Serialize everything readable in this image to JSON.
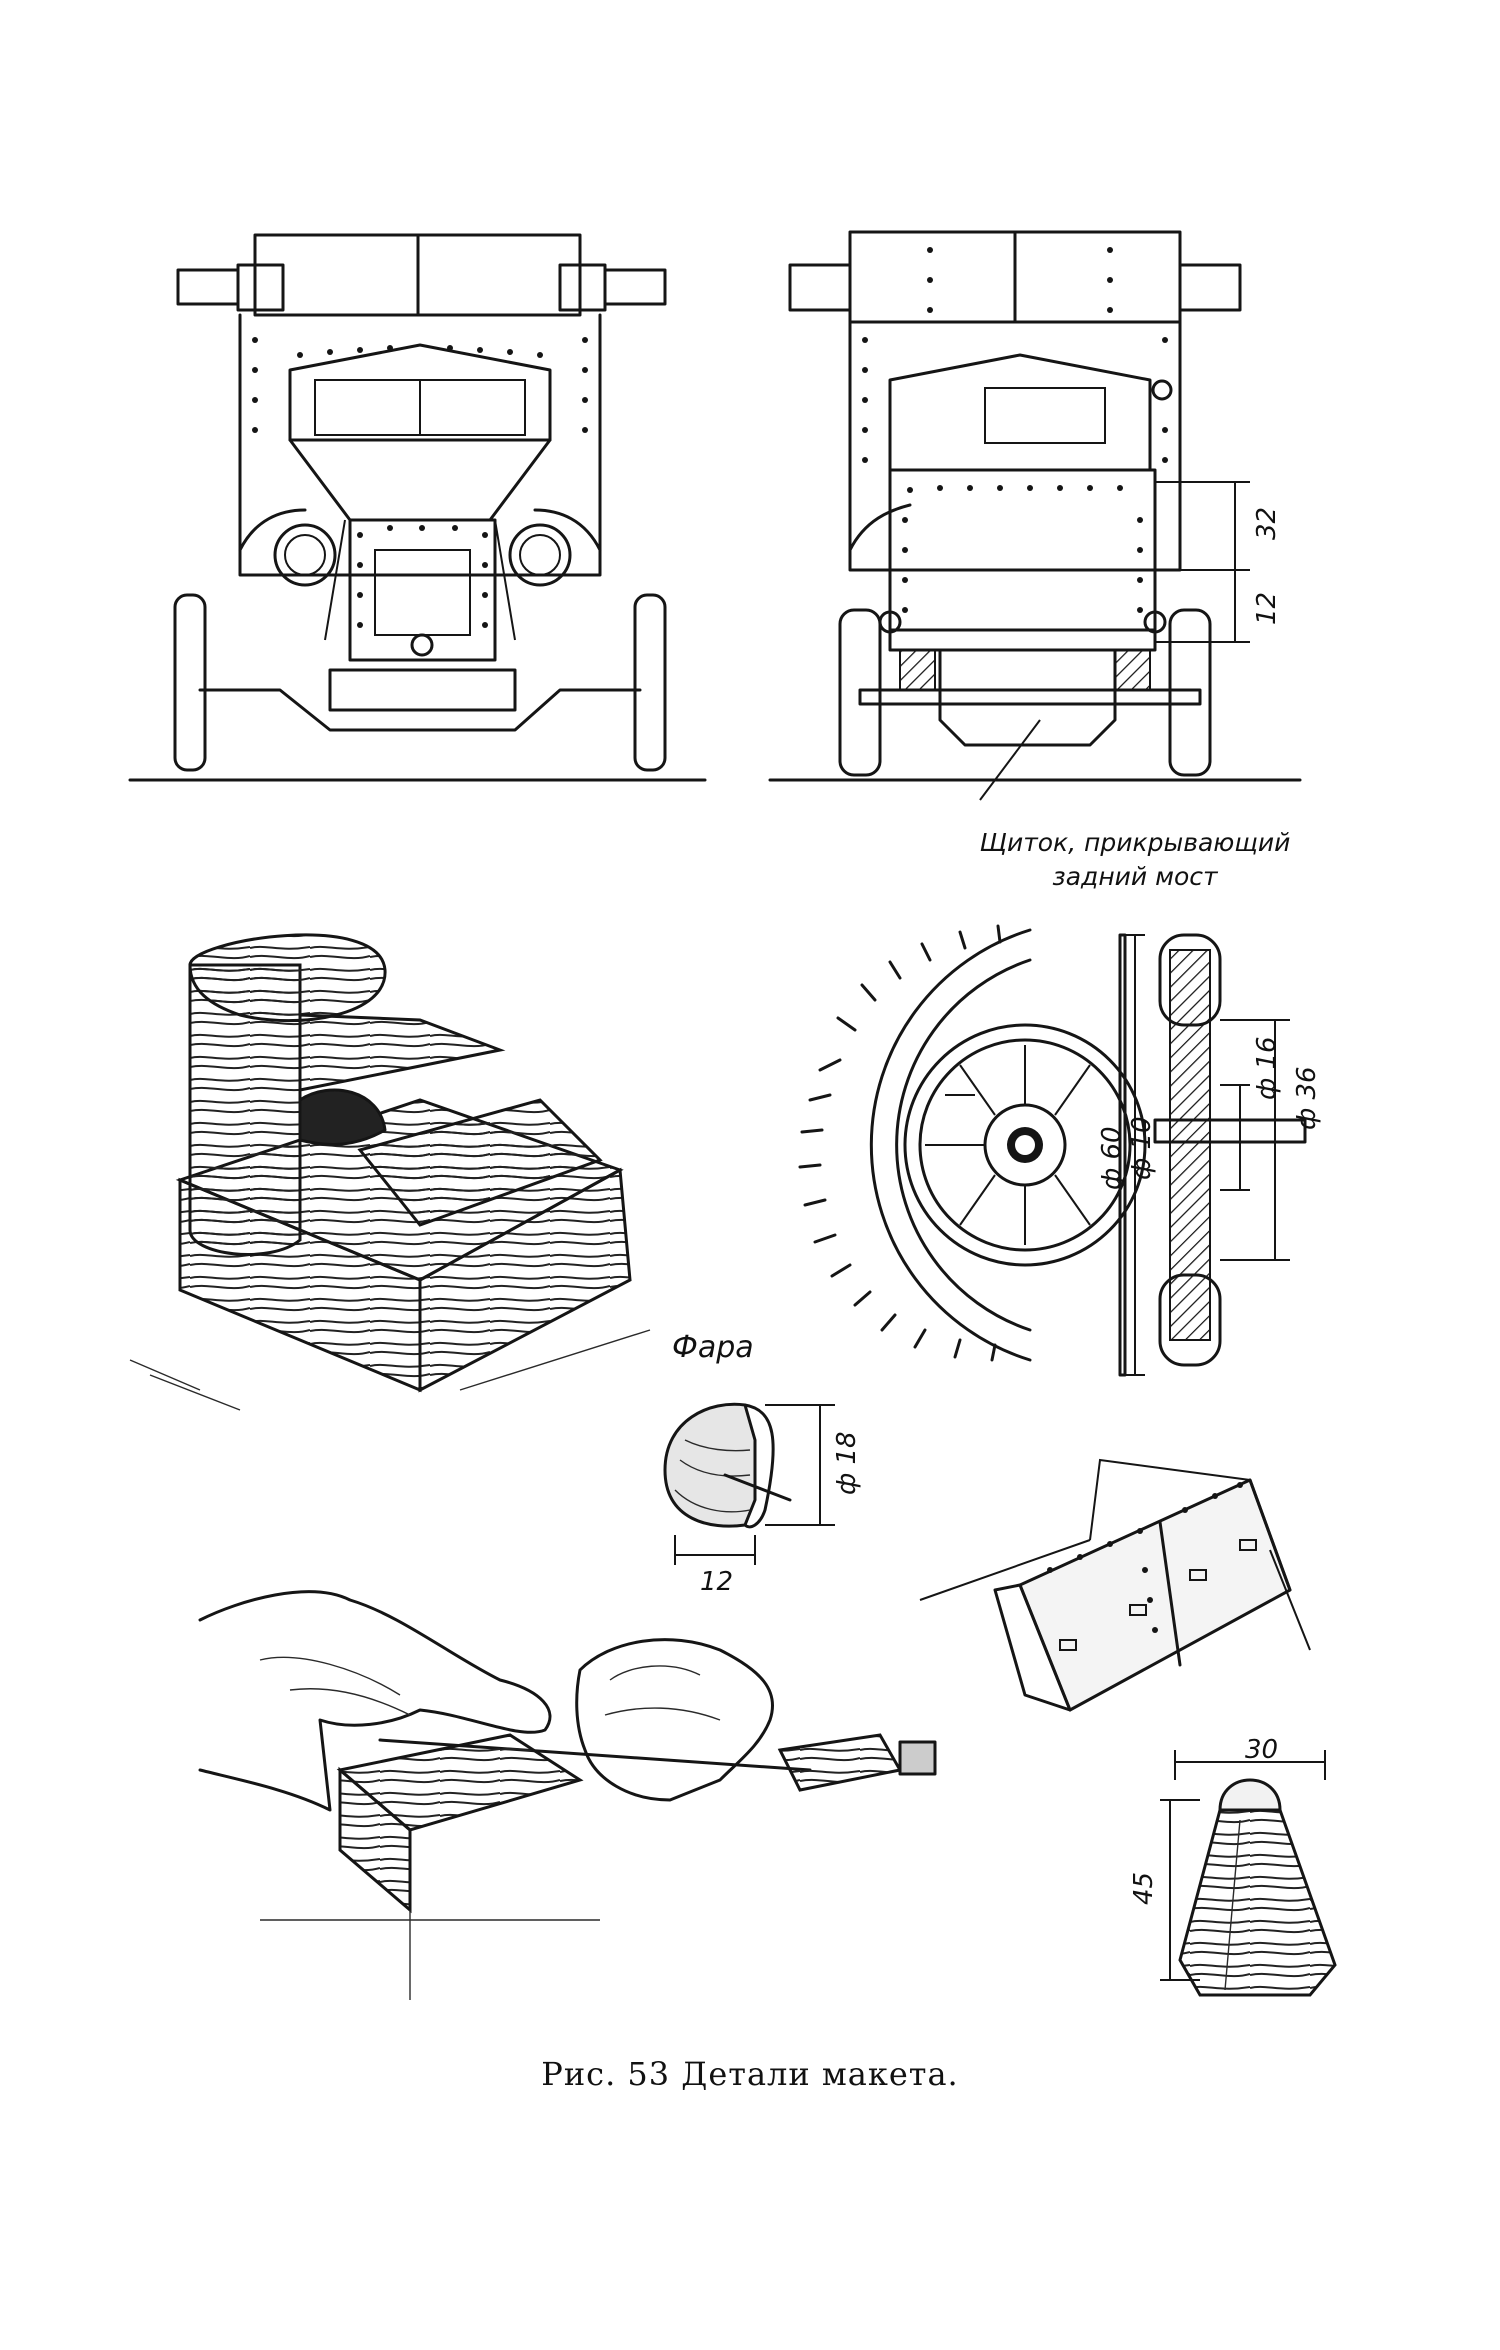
{
  "front_rear_views": {
    "dimensions": {
      "upper": "32",
      "lower": "12"
    },
    "shield_note": {
      "line1": "Щиток, прикрывающий",
      "line2": "задний мост"
    }
  },
  "wheel": {
    "dimensions": {
      "outer": "ф 60",
      "hub": "ф 36",
      "bore": "ф 16",
      "axle": "ф 10"
    }
  },
  "headlight": {
    "title": "Фара",
    "dimensions": {
      "diameter": "ф 18",
      "length": "12"
    }
  },
  "turret_part": {
    "dimensions": {
      "width": "30",
      "height": "45"
    }
  },
  "caption": "Рис. 53  Детали макета."
}
